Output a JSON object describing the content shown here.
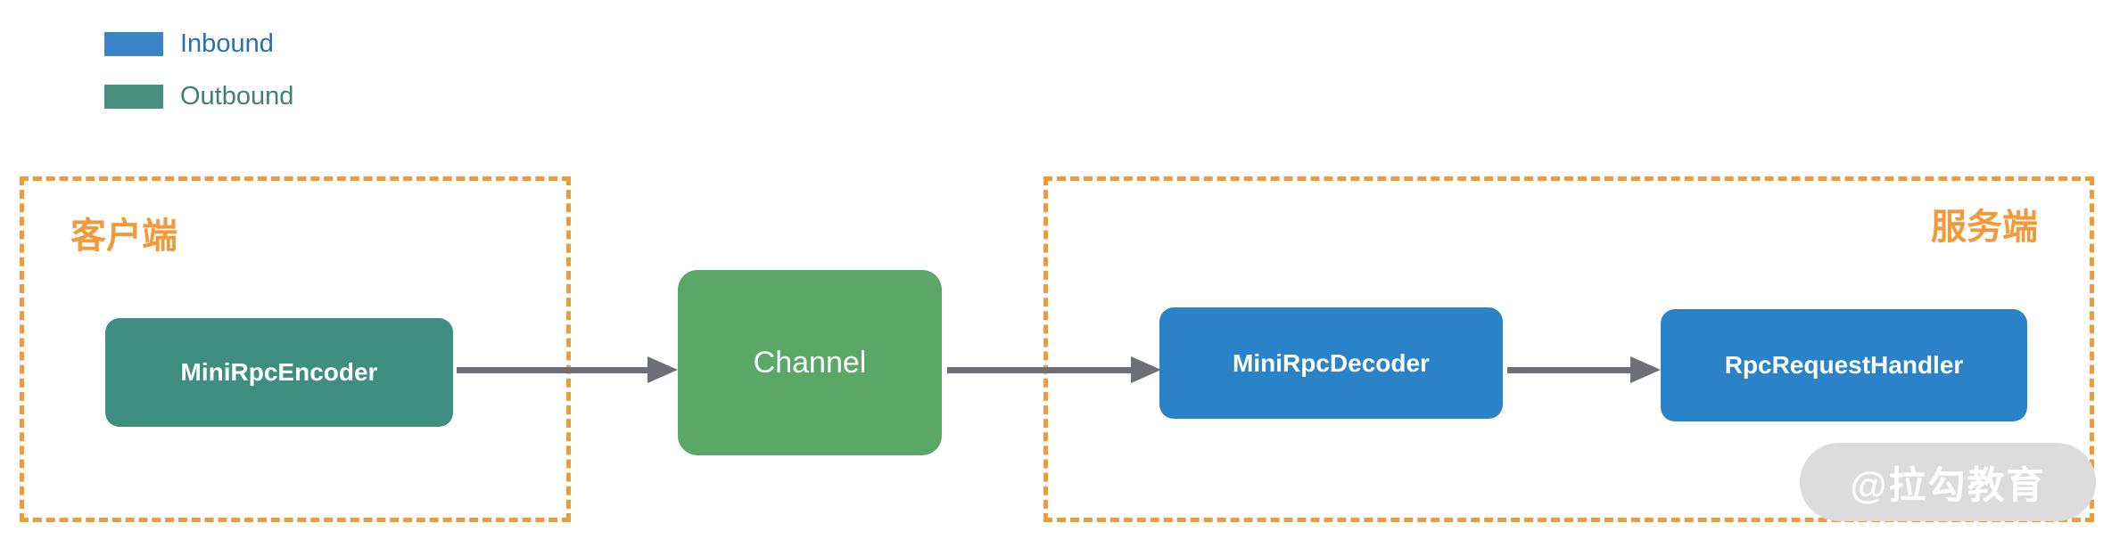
{
  "diagram": {
    "type": "netty-rpc-pipeline-diagram",
    "background": "#ffffff"
  },
  "legend": {
    "items": [
      {
        "label": "Inbound",
        "swatch_color": "#3A85C6",
        "text_color": "#2B6FAD"
      },
      {
        "label": "Outbound",
        "swatch_color": "#47907F",
        "text_color": "#3E8170"
      }
    ]
  },
  "groups": {
    "client": {
      "label": "客户端",
      "border_color": "#EC9B3D",
      "label_color": "#F09A3A"
    },
    "server": {
      "label": "服务端",
      "border_color": "#EC9B3D",
      "label_color": "#F09A3A"
    }
  },
  "nodes": {
    "encoder": {
      "label": "MiniRpcEncoder",
      "color": "#3E8E82",
      "direction": "outbound",
      "group": "client"
    },
    "channel": {
      "label": "Channel",
      "color": "#5AA768",
      "direction": "none",
      "group": "none"
    },
    "decoder": {
      "label": "MiniRpcDecoder",
      "color": "#2A82C8",
      "direction": "inbound",
      "group": "server"
    },
    "handler": {
      "label": "RpcRequestHandler",
      "color": "#2A82C8",
      "direction": "inbound",
      "group": "server"
    }
  },
  "arrows": {
    "color": "#6E6E76",
    "connections": [
      {
        "from": "MiniRpcEncoder",
        "to": "Channel"
      },
      {
        "from": "Channel",
        "to": "MiniRpcDecoder"
      },
      {
        "from": "MiniRpcDecoder",
        "to": "RpcRequestHandler"
      }
    ]
  },
  "watermark": {
    "text": "@拉勾教育",
    "background": "#DCDCDC",
    "text_color": "#FFFFFF"
  }
}
